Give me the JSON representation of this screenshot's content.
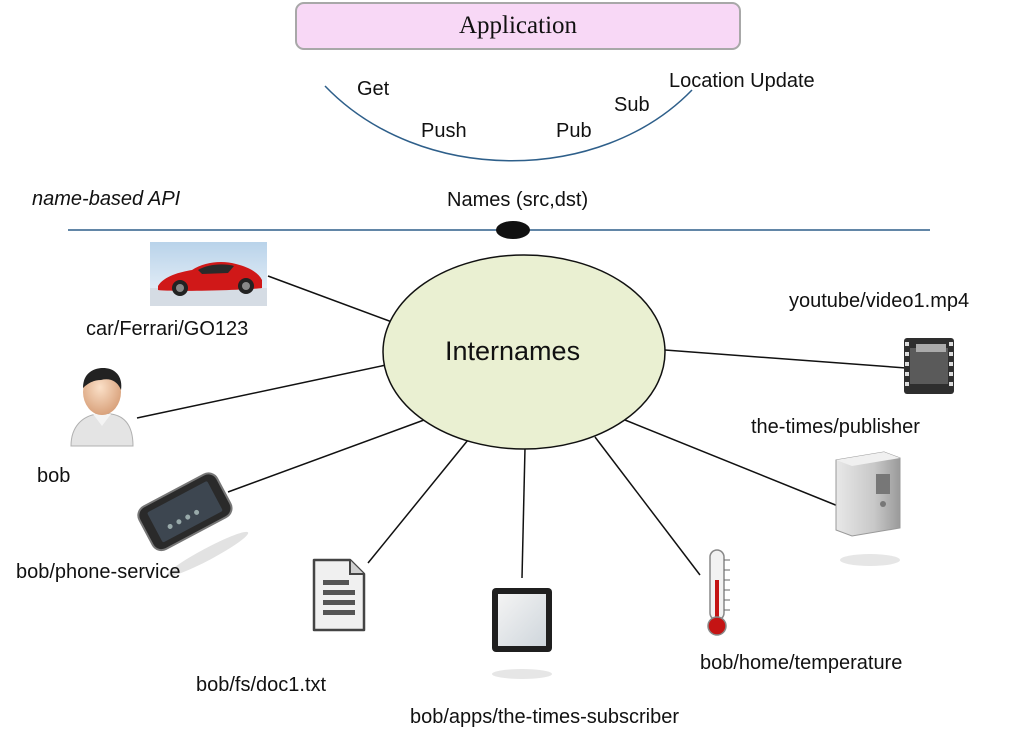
{
  "application": {
    "label": "Application"
  },
  "verbs": {
    "get": "Get",
    "push": "Push",
    "pub": "Pub",
    "sub": "Sub",
    "location_update": "Location Update"
  },
  "api": {
    "label": "name-based API",
    "names_label": "Names (src,dst)"
  },
  "center": {
    "label": "Internames"
  },
  "endpoints": {
    "car": "car/Ferrari/GO123",
    "bob": "bob",
    "phone": "bob/phone-service",
    "doc": "bob/fs/doc1.txt",
    "subscriber": "bob/apps/the-times-subscriber",
    "temperature": "bob/home/temperature",
    "publisher": "the-times/publisher",
    "video": "youtube/video1.mp4"
  },
  "icons": [
    "car-icon",
    "user-icon",
    "phone-icon",
    "document-icon",
    "tablet-icon",
    "thermometer-icon",
    "server-icon",
    "film-icon"
  ],
  "colors": {
    "application_fill": "#f8d8f6",
    "ellipse_fill": "#eaf0d2",
    "api_line": "#2e5f8a",
    "arc": "#2e5f8a",
    "car_body": "#d01818"
  }
}
